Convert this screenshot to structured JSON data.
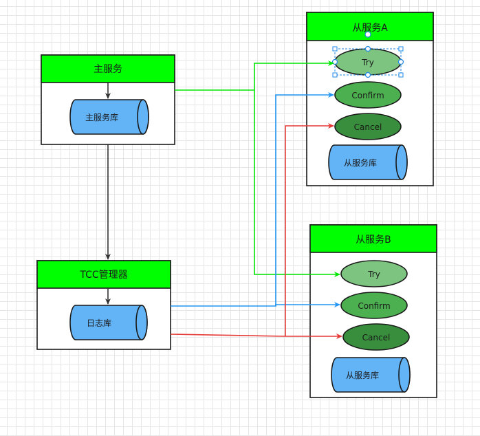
{
  "colors": {
    "header_fill": "#00ff00",
    "db_fill": "#63b3f7",
    "try_fill": "#7cc47f",
    "confirm_fill": "#4caf50",
    "cancel_fill": "#388e3c",
    "line_dark": "#333333",
    "line_try": "#00e600",
    "line_confirm": "#2196f3",
    "line_cancel": "#e53935"
  },
  "main_service": {
    "title": "主服务",
    "db_label": "主服务库"
  },
  "tcc_manager": {
    "title": "TCC管理器",
    "db_label": "日志库"
  },
  "slave_a": {
    "title": "从服务A",
    "try": "Try",
    "confirm": "Confirm",
    "cancel": "Cancel",
    "db_label": "从服务库"
  },
  "slave_b": {
    "title": "从服务B",
    "try": "Try",
    "confirm": "Confirm",
    "cancel": "Cancel",
    "db_label": "从服务库"
  }
}
